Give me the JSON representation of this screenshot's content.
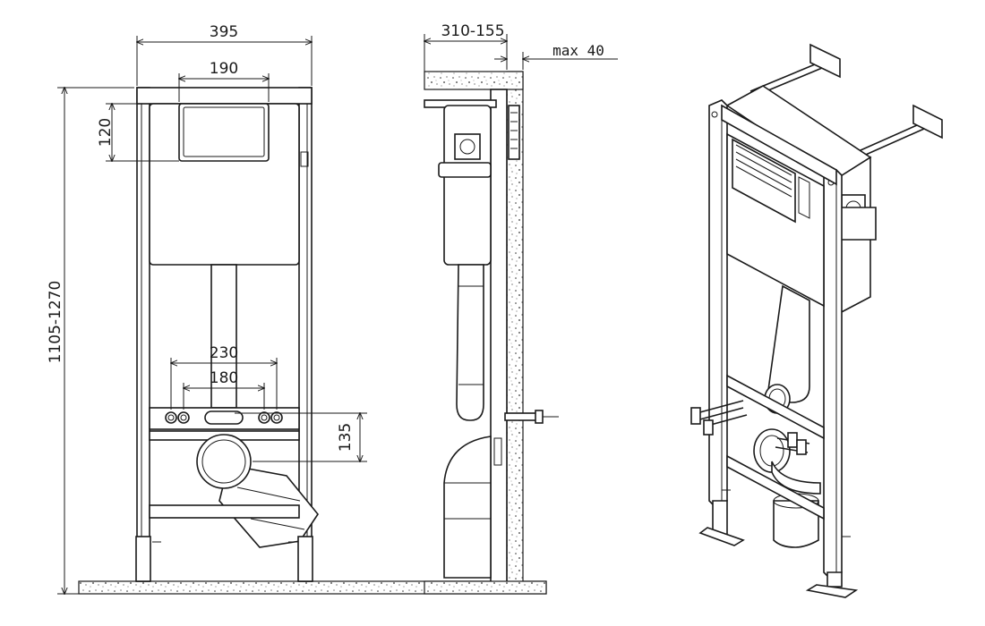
{
  "front_view": {
    "width_label": "395",
    "plate_width_label": "190",
    "plate_height_label": "120",
    "height_label": "1105-1270",
    "bolt_outer_label": "230",
    "bolt_inner_label": "180",
    "drain_height_label": "135"
  },
  "side_view": {
    "depth_label": "310-155",
    "wall_label": "max 40"
  }
}
